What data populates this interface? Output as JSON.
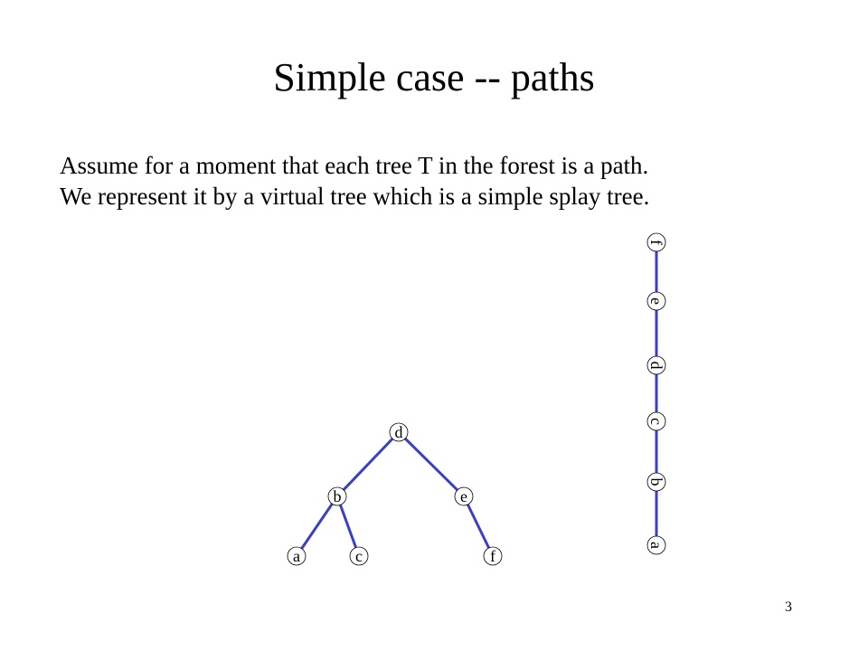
{
  "title": "Simple case -- paths",
  "body": [
    "Assume for a moment that each tree T in the forest is a path.",
    "We represent it by a virtual tree which is a simple splay tree."
  ],
  "page_number": "3",
  "colors": {
    "edge": "#3a3fc8",
    "node_stroke": "#000000",
    "background": "#ffffff"
  },
  "splay_tree": {
    "nodes": [
      "d",
      "b",
      "e",
      "a",
      "c",
      "f"
    ],
    "edges": [
      [
        "d",
        "b"
      ],
      [
        "d",
        "e"
      ],
      [
        "b",
        "a"
      ],
      [
        "b",
        "c"
      ],
      [
        "e",
        "f"
      ]
    ]
  },
  "path": {
    "nodes": [
      "f",
      "e",
      "d",
      "c",
      "b",
      "a"
    ],
    "edges": [
      [
        "f",
        "e"
      ],
      [
        "e",
        "d"
      ],
      [
        "d",
        "c"
      ],
      [
        "c",
        "b"
      ],
      [
        "b",
        "a"
      ]
    ]
  }
}
